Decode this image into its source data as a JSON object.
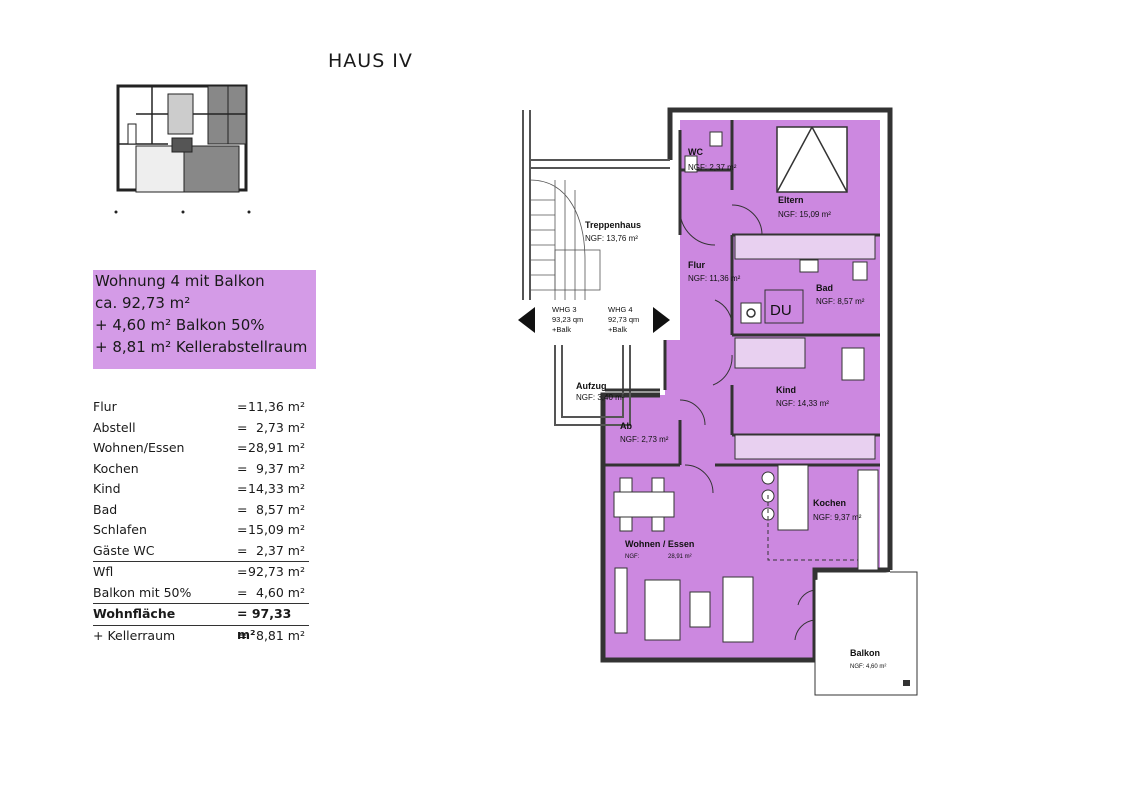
{
  "header": {
    "title": "HAUS IV"
  },
  "unit_info": {
    "lines": [
      "Wohnung 4 mit Balkon",
      "ca. 92,73 m²",
      "+ 4,60 m² Balkon 50%",
      "+ 8,81 m² Kellerabstellraum"
    ],
    "highlight_color": "#d49be7"
  },
  "area_table": [
    {
      "label": "Flur",
      "eq": "=",
      "value": "11,36 m²"
    },
    {
      "label": "Abstell",
      "eq": "=",
      "value": "2,73 m²"
    },
    {
      "label": "Wohnen/Essen",
      "eq": "=",
      "value": "28,91 m²"
    },
    {
      "label": "Kochen",
      "eq": "=",
      "value": "9,37 m²"
    },
    {
      "label": "Kind",
      "eq": "=",
      "value": "14,33 m²"
    },
    {
      "label": "Bad",
      "eq": "=",
      "value": "8,57 m²"
    },
    {
      "label": "Schlafen",
      "eq": "=",
      "value": "15,09 m²"
    },
    {
      "label": "Gäste WC",
      "eq": "=",
      "value": "2,37 m²"
    },
    {
      "label": "Wfl",
      "eq": "=",
      "value": "92,73 m²"
    },
    {
      "label": "Balkon mit 50%",
      "eq": "=",
      "value": "4,60 m²"
    },
    {
      "label": "Wohnfläche",
      "eq": "= 97,33 m²",
      "value": ""
    },
    {
      "label": "+ Kellerraum",
      "eq": "=",
      "value": "8,81 m²"
    }
  ],
  "plan": {
    "rooms": {
      "wc": {
        "name": "WC",
        "area": "NGF: 2,37 m²"
      },
      "eltern": {
        "name": "Eltern",
        "area": "NGF: 15,09 m²"
      },
      "treppenhaus": {
        "name": "Treppenhaus",
        "area": "NGF: 13,76 m²"
      },
      "flur": {
        "name": "Flur",
        "area": "NGF: 11,36 m²"
      },
      "bad": {
        "name": "Bad",
        "area": "NGF: 8,57 m²"
      },
      "du": {
        "name": "DU"
      },
      "kind": {
        "name": "Kind",
        "area": "NGF: 14,33 m²"
      },
      "aufzug": {
        "name": "Aufzug",
        "area": "NGF: 3,40 m²"
      },
      "ab": {
        "name": "Ab",
        "area": "NGF: 2,73 m²"
      },
      "kochen": {
        "name": "Kochen",
        "area": "NGF: 9,37 m²"
      },
      "wohnen": {
        "name": "Wohnen / Essen",
        "area_label": "NGF:",
        "area_value": "28,91 m²"
      },
      "balkon": {
        "name": "Balkon",
        "area": "NGF: 4,60 m²"
      }
    },
    "whg3": [
      "WHG 3",
      "93,23 qm",
      "+Balk"
    ],
    "whg4": [
      "WHG 4",
      "92,73 qm",
      "+Balk"
    ],
    "apartment_color": "#cc88e0"
  }
}
